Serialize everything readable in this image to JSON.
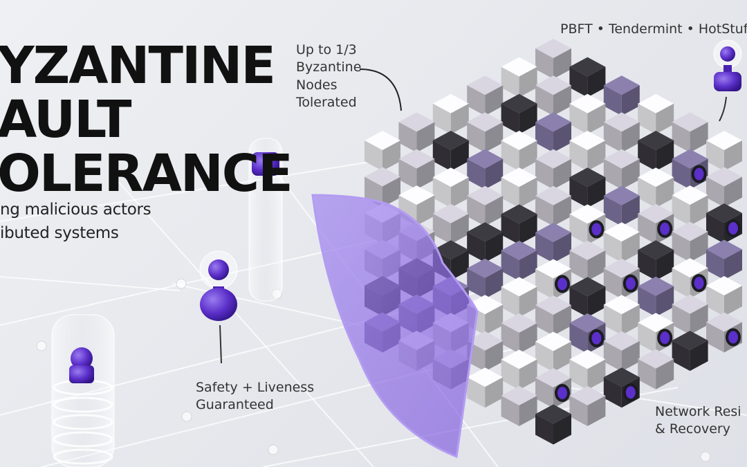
{
  "headline": {
    "line1": "YZANTINE",
    "line2": "AULT",
    "line3": "OLERANCE"
  },
  "subtitle": {
    "line1": "ng malicious actors",
    "line2": "ibuted systems"
  },
  "annotations": {
    "tolerance": [
      "Up to 1/3",
      "Byzantine",
      "Nodes",
      "Tolerated"
    ],
    "protocols": "PBFT • Tendermint • HotStuff",
    "safety": [
      "Safety + Liveness",
      "Guaranteed"
    ],
    "network": [
      "Network Resi",
      "& Recovery"
    ]
  },
  "colors": {
    "accent": "#5b2fc9",
    "shield": "#8f6fe0",
    "cube_white": "#f1f1f4",
    "cube_light": "#cfccd6",
    "cube_dark": "#3a383f",
    "cube_purple": "#847aa6"
  }
}
